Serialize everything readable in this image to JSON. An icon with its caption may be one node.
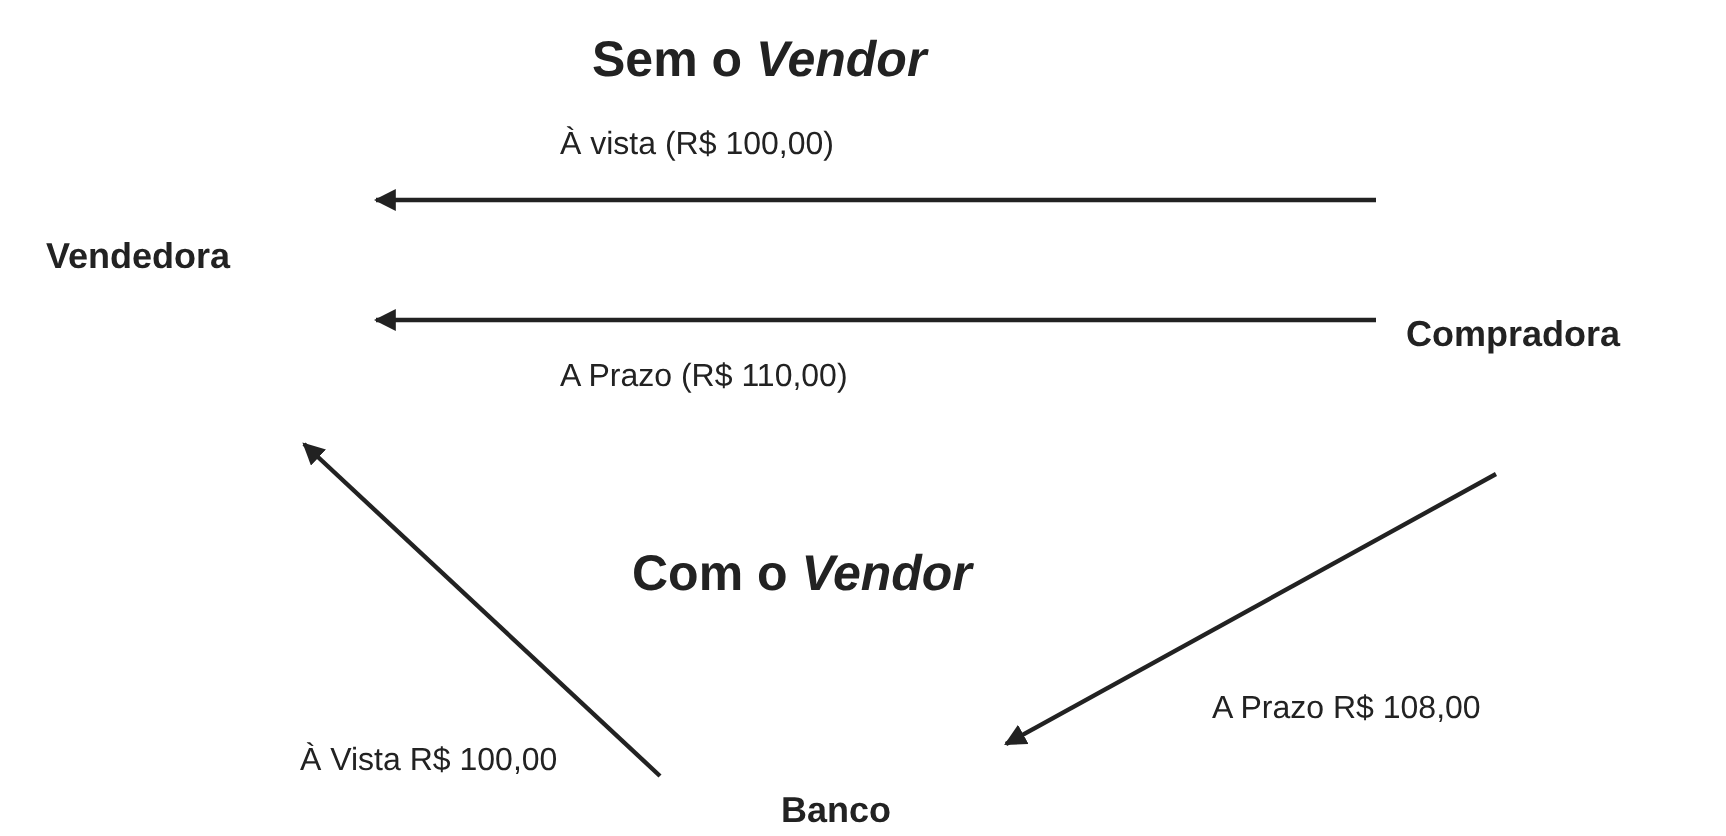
{
  "diagram": {
    "title": "Sem o *Vendor*",
    "nodes": [
      {
        "text": [
          "Vendedora"
        ]
      },
      {
        "text": [
          "Compradora"
        ]
      },
      {
        "text": [
          "Banco"
        ]
      }
    ],
    "edges": [
      {
        "from": 1,
        "to": 0,
        "arrow": "to",
        "label": "À vista (R$ 100,00)"
      },
      {
        "from": 1,
        "to": 0,
        "arrow": "to",
        "label": "A Prazo (R$ 110,00)"
      },
      {
        "from": 1,
        "to": 2,
        "arrow": "to",
        "label": "A Prazo R$ 108,00"
      },
      {
        "from": 2,
        "to": 0,
        "arrow": "to",
        "label": "À Vista R$ 100,00"
      }
    ],
    "labels": [
      "Com o *Vendor*"
    ]
  }
}
